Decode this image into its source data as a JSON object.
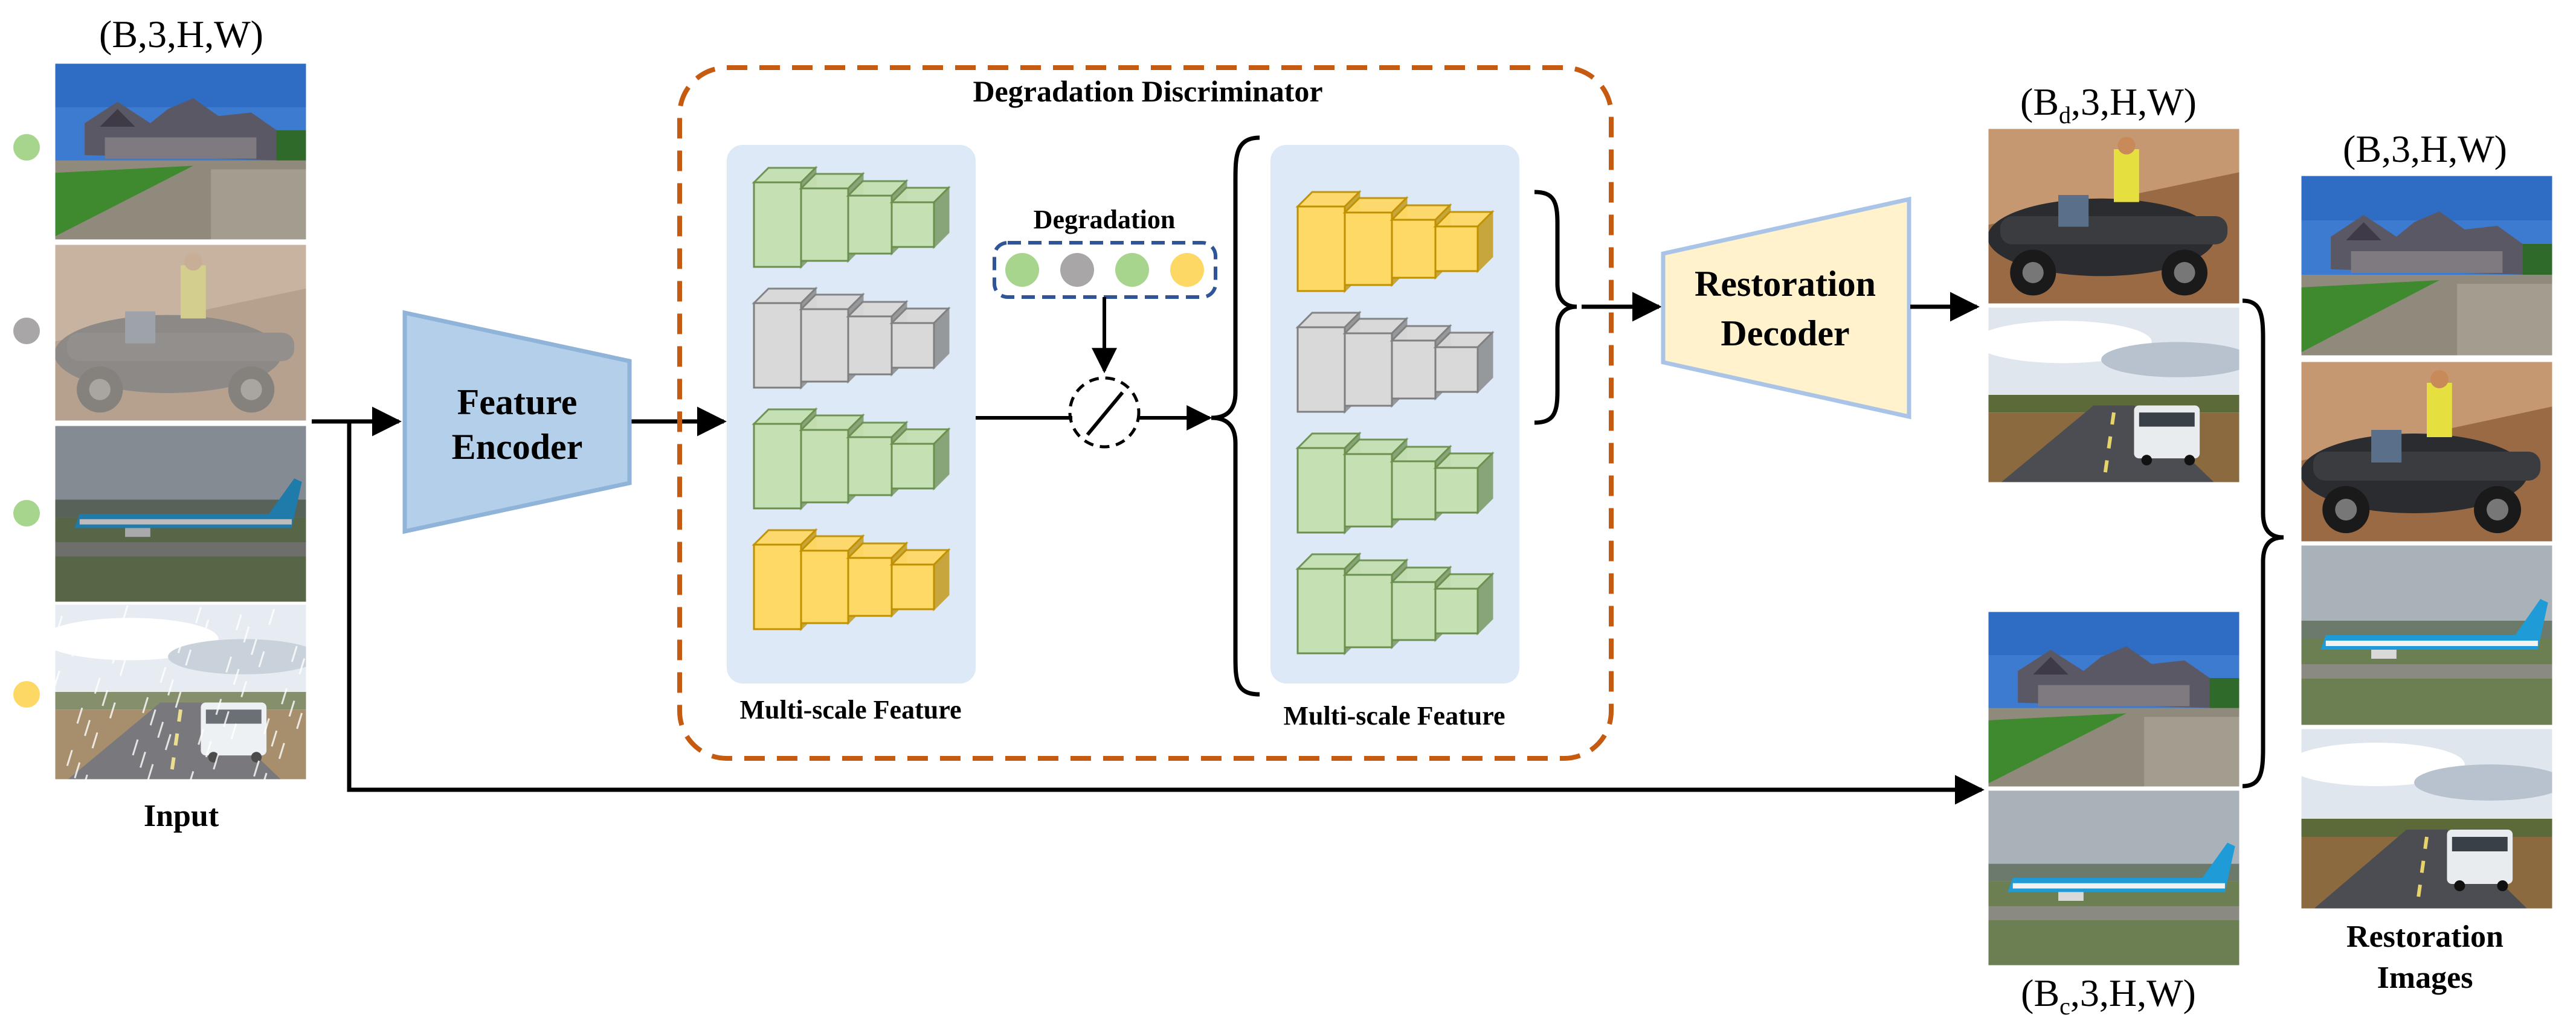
{
  "input": {
    "shape_prefix": "(B,3,H,W)",
    "label": "Input",
    "images": [
      {
        "scene": "castle-clear",
        "kind": "clean"
      },
      {
        "scene": "car-hazy",
        "kind": "haze"
      },
      {
        "scene": "plane-lowlight",
        "kind": "low-light"
      },
      {
        "scene": "road-rain",
        "kind": "rain"
      }
    ],
    "dots": [
      "#a8d58e",
      "#a9a6a7",
      "#a8d58e",
      "#fdd865"
    ]
  },
  "encoder": {
    "line1": "Feature",
    "line2": "Encoder"
  },
  "discriminator": {
    "title": "Degradation Discriminator",
    "left_label": "Multi-scale Feature",
    "right_label": "Multi-scale Feature",
    "degradation_label": "Degradation",
    "degradation_dots": [
      "#a8d58e",
      "#a9a6a7",
      "#a8d58e",
      "#fdd865"
    ],
    "left_stacks": [
      "green",
      "gray",
      "green",
      "yellow"
    ],
    "right_stacks": [
      "yellow",
      "gray",
      "green",
      "green"
    ]
  },
  "decoder": {
    "line1": "Restoration",
    "line2": "Decoder"
  },
  "degraded_out": {
    "shape_B": "B",
    "shape_sub": "d",
    "shape_rest": ",3,H,W",
    "images": [
      "car-clear",
      "road-clear"
    ]
  },
  "clean_out": {
    "shape_B": "B",
    "shape_sub": "c",
    "shape_rest": ",3,H,W",
    "images": [
      "castle-clear",
      "plane-clear"
    ]
  },
  "restored": {
    "shape": "(B,3,H,W)",
    "label_line1": "Restoration",
    "label_line2": "Images",
    "images": [
      "castle-clear",
      "car-clear",
      "plane-clear",
      "road-clear"
    ]
  },
  "colors": {
    "green": "#c5e0b3",
    "green_edge": "#6b8f4e",
    "gray": "#d9d9d9",
    "gray_edge": "#7f7f7f",
    "yellow": "#ffd966",
    "yellow_edge": "#bf9000",
    "encoder_fill": "#b4cfea",
    "encoder_edge": "#8fb3d9",
    "decoder_fill": "#fff2cc",
    "decoder_edge": "#a9c4e6",
    "dashed_border": "#c55a11",
    "panel_fill": "#dde9f6",
    "deg_box_edge": "#2f5597"
  }
}
